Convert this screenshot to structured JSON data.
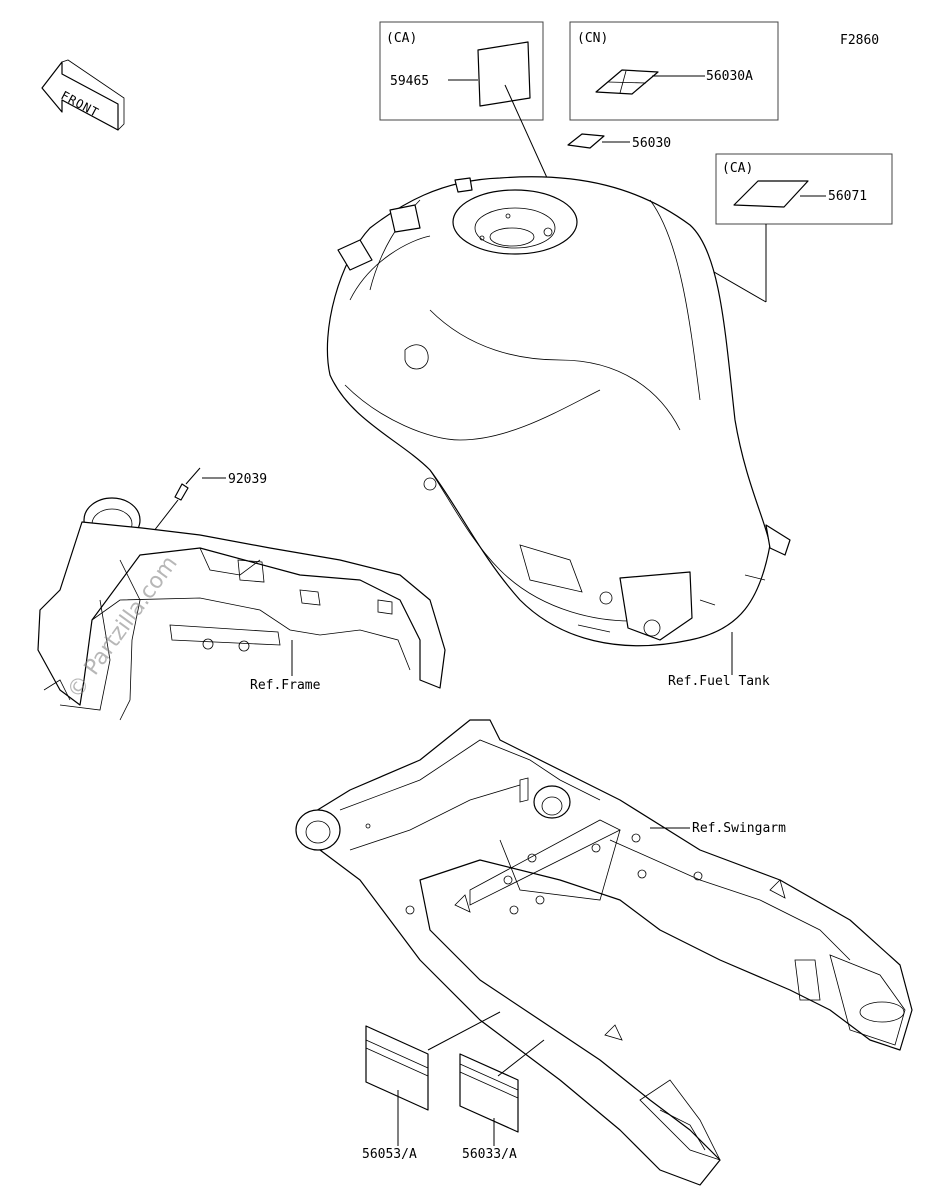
{
  "figure_code": "F2860",
  "front_arrow_label": "FRONT",
  "watermark": "© Partzilla.com",
  "box_ca_left": {
    "region": "(CA)",
    "part": "59465"
  },
  "box_cn": {
    "region": "(CN)",
    "part": "56030A"
  },
  "box_ca_right": {
    "region": "(CA)",
    "part": "56071"
  },
  "parts": {
    "p56030": "56030",
    "p92039": "92039",
    "p56053": "56053/A",
    "p56033": "56033/A"
  },
  "refs": {
    "frame": "Ref.Frame",
    "fuel_tank": "Ref.Fuel Tank",
    "swingarm": "Ref.Swingarm"
  }
}
